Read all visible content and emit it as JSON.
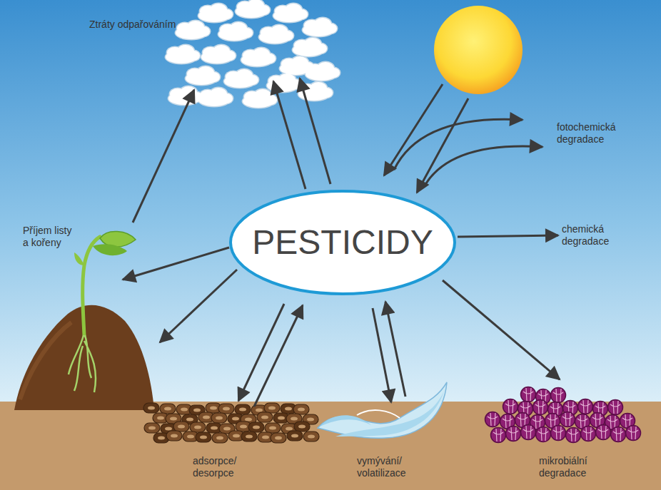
{
  "diagram": {
    "nodes": [
      {
        "text": [
          "Ztráty odpařováním"
        ]
      },
      {
        "text": [
          "Příjem listy a kořeny"
        ]
      },
      {
        "text": [
          "PESTICIDY"
        ]
      },
      {
        "text": [
          "adsorpce/ desorpce"
        ]
      },
      {
        "text": [
          "vymývání/ volatilizace"
        ]
      },
      {
        "text": [
          "mikrobiální degradace"
        ]
      }
    ],
    "edges": [
      {
        "from": 2,
        "to": 0,
        "arrow": "to"
      },
      {
        "from": 2,
        "to": 0,
        "arrow": "to"
      },
      {
        "from": 1,
        "to": 0,
        "arrow": "to"
      },
      {
        "from": 2,
        "to": 1,
        "arrow": "to"
      },
      {
        "from": 2,
        "to": 1,
        "arrow": "to"
      },
      {
        "from": 2,
        "to": 3,
        "arrow": "to"
      },
      {
        "from": 3,
        "to": 2,
        "arrow": "to"
      },
      {
        "from": 2,
        "to": 4,
        "arrow": "to"
      },
      {
        "from": 4,
        "to": 2,
        "arrow": "to"
      },
      {
        "from": 2,
        "to": 5,
        "arrow": "to"
      }
    ],
    "labels": [
      "fotochemická degradace",
      "chemická degradace"
    ]
  }
}
